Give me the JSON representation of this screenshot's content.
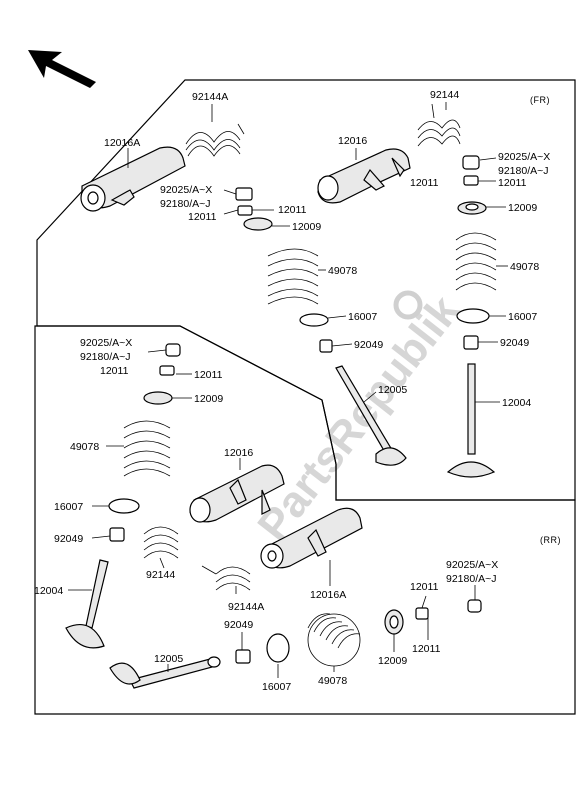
{
  "view_tags": {
    "front": "(FR)",
    "rear": "(RR)"
  },
  "watermark": "PartsRepublik",
  "part_numbers": {
    "cap": "92025/A~X",
    "shim": "92180/A~J",
    "keeper": "12011",
    "retainer": "12009",
    "spring": "49078",
    "seal": "16007",
    "guide": "92049",
    "valve_exhaust": "12004",
    "valve_intake": "12005",
    "rocker_a": "12016A",
    "rocker": "12016",
    "rocker_spring": "92144",
    "rocker_spring_a": "92144A"
  }
}
